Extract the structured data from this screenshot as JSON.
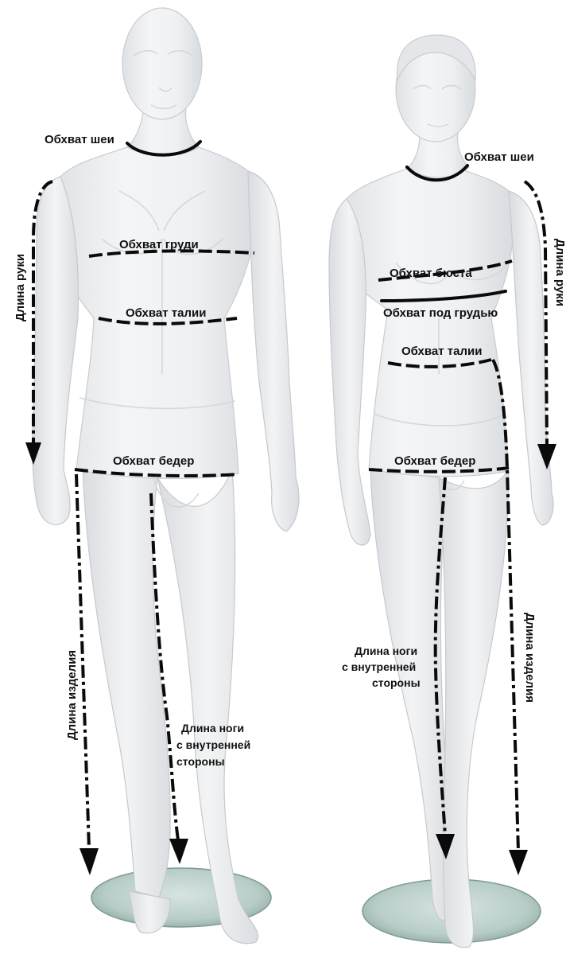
{
  "male": {
    "neck": "Обхват шеи",
    "chest": "Обхват груди",
    "waist": "Обхват талии",
    "hips": "Обхват бедер",
    "arm_length": "Длина руки",
    "garment_length": "Длина изделия",
    "inseam_line1": "Длина ноги",
    "inseam_line2": "с внутренней",
    "inseam_line3": "стороны"
  },
  "female": {
    "neck": "Обхват шеи",
    "bust": "Обхват бюста",
    "underbust": "Обхват под грудью",
    "waist": "Обхват талии",
    "hips": "Обхват бедер",
    "arm_length": "Длина руки",
    "garment_length": "Длина изделия",
    "inseam_line1": "Длина ноги",
    "inseam_line2": "с внутренней",
    "inseam_line3": "стороны"
  },
  "colors": {
    "mannequin": "#eceef0",
    "lines": "#0a0a0a",
    "base_glass": "#b8cdc8"
  }
}
